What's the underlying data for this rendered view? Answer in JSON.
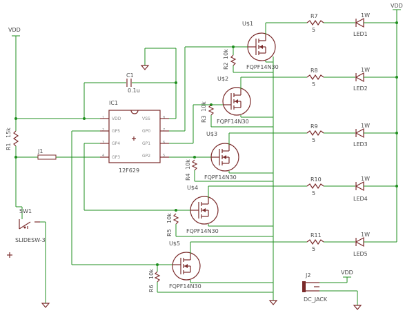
{
  "labels": {
    "vdd_left": "VDD",
    "vdd_right": "VDD",
    "vdd_jack": "VDD",
    "c1": "C1",
    "c1_value": "0.1u",
    "ic1": "IC1",
    "ic1_part": "12F629",
    "r1": "R1",
    "r1_value": "15k",
    "j1": "J1",
    "sw1": "SW1",
    "sw1_part": "SLIDESW-3",
    "j2": "J2",
    "j2_part": "DC_JACK"
  },
  "ic_pins": {
    "vdd": "VDD",
    "gp5": "GP5",
    "gp4": "GP4",
    "gp3": "GP3",
    "vss": "VSS",
    "gp0": "GP0",
    "gp1": "GP1",
    "gp2": "GP2"
  },
  "ic_pin_numbers": [
    "1",
    "2",
    "3",
    "4",
    "8",
    "7",
    "6",
    "5"
  ],
  "transistors": [
    {
      "name": "U$1",
      "part": "FQPF14N30",
      "gate_r": "R2",
      "gate_r_value": "10k"
    },
    {
      "name": "U$2",
      "part": "FQPF14N30",
      "gate_r": "R3",
      "gate_r_value": "10k"
    },
    {
      "name": "U$3",
      "part": "FQPF14N30",
      "gate_r": "R4",
      "gate_r_value": "10k"
    },
    {
      "name": "U$4",
      "part": "FQPF14N30",
      "gate_r": "R5",
      "gate_r_value": "10k"
    },
    {
      "name": "U$5",
      "part": "FQPF14N30",
      "gate_r": "R6",
      "gate_r_value": "10k"
    }
  ],
  "led_rows": [
    {
      "resistor": "R7",
      "resistor_value": "5",
      "led": "LED1",
      "rating": "1W"
    },
    {
      "resistor": "R8",
      "resistor_value": "5",
      "led": "LED2",
      "rating": "1W"
    },
    {
      "resistor": "R9",
      "resistor_value": "5",
      "led": "LED3",
      "rating": "1W"
    },
    {
      "resistor": "R10",
      "resistor_value": "5",
      "led": "LED4",
      "rating": "1W"
    },
    {
      "resistor": "R11",
      "resistor_value": "5",
      "led": "LED5",
      "rating": "1W"
    }
  ],
  "colors": {
    "wire": "#1f8f1f",
    "symbol": "#7a2a2a",
    "text": "#4a4a4a"
  }
}
